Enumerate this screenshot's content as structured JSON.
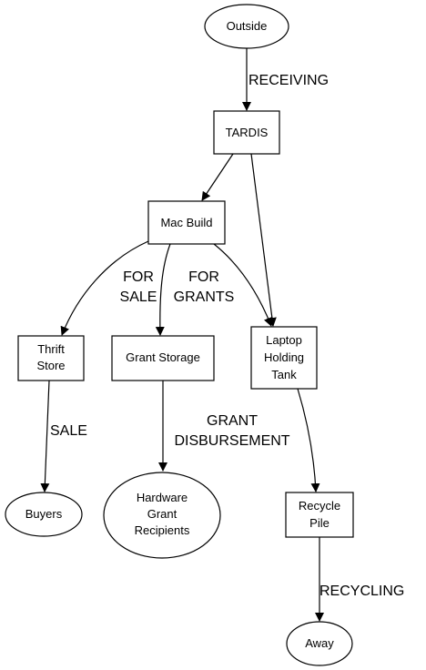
{
  "nodes": {
    "outside": "Outside",
    "tardis": "TARDIS",
    "mac_build": "Mac Build",
    "thrift_store": [
      "Thrift",
      "Store"
    ],
    "grant_storage": "Grant Storage",
    "laptop_tank": [
      "Laptop",
      "Holding",
      "Tank"
    ],
    "buyers": "Buyers",
    "hardware_recipients": [
      "Hardware",
      "Grant",
      "Recipients"
    ],
    "recycle_pile": [
      "Recycle",
      "Pile"
    ],
    "away": "Away"
  },
  "edge_labels": {
    "receiving": "RECEIVING",
    "for_sale": [
      "FOR",
      "SALE"
    ],
    "for_grants": [
      "FOR",
      "GRANTS"
    ],
    "sale": "SALE",
    "grant_disbursement": [
      "GRANT",
      "DISBURSEMENT"
    ],
    "recycling": "RECYCLING"
  }
}
